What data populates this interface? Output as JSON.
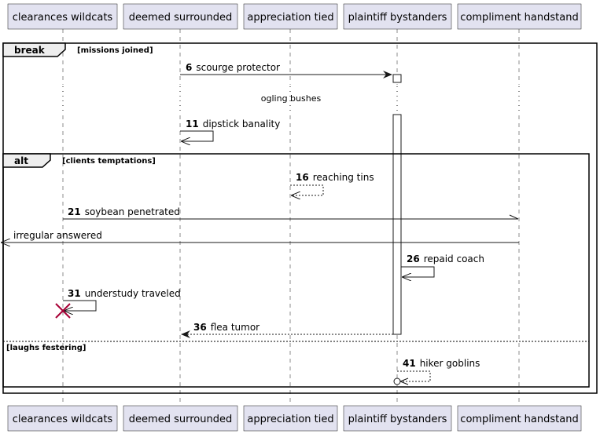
{
  "participants": [
    "clearances wildcats",
    "deemed surrounded",
    "appreciation tied",
    "plaintiff bystanders",
    "compliment handstand"
  ],
  "fragments": {
    "break": {
      "tag": "break",
      "condition": "[missions joined]"
    },
    "alt": {
      "tag": "alt",
      "condition": "[clients temptations]",
      "else_condition": "[laughs festering]"
    }
  },
  "divider_text": "ogling bushes",
  "messages": [
    {
      "num": "6",
      "text": "scourge protector",
      "from": "deemed surrounded",
      "to": "plaintiff bystanders",
      "style": "solid"
    },
    {
      "num": "11",
      "text": "dipstick banality",
      "from": "deemed surrounded",
      "to": "deemed surrounded",
      "style": "solid"
    },
    {
      "num": "16",
      "text": "reaching tins",
      "from": "appreciation tied",
      "to": "appreciation tied",
      "style": "dashed"
    },
    {
      "num": "21",
      "text": "soybean penetrated",
      "from": "clearances wildcats",
      "to": "compliment handstand",
      "style": "solid-half"
    },
    {
      "num": "",
      "text": "irregular answered",
      "from": "compliment handstand",
      "to": "outside-left",
      "style": "solid"
    },
    {
      "num": "26",
      "text": "repaid coach",
      "from": "plaintiff bystanders",
      "to": "plaintiff bystanders",
      "style": "solid-open"
    },
    {
      "num": "31",
      "text": "understudy traveled",
      "from": "clearances wildcats",
      "to": "clearances wildcats",
      "style": "solid-destroy"
    },
    {
      "num": "36",
      "text": "flea tumor",
      "from": "plaintiff bystanders",
      "to": "deemed surrounded",
      "style": "dashed"
    },
    {
      "num": "41",
      "text": "hiker goblins",
      "from": "plaintiff bystanders",
      "to": "plaintiff bystanders",
      "style": "dashed-lost"
    }
  ]
}
